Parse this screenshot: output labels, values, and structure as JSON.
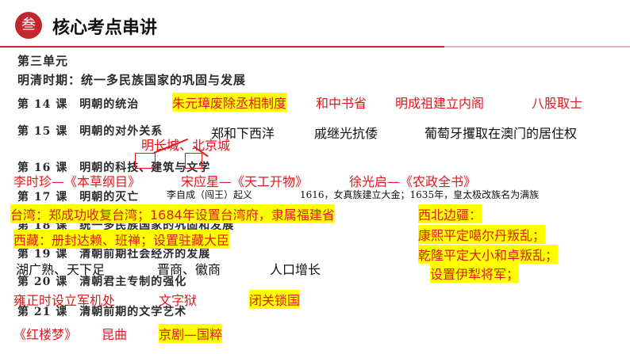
{
  "header": {
    "badge": "叁",
    "title": "核心考点串讲"
  },
  "textbook": {
    "unit": "第三单元",
    "period_title": "明清时期：统一多民族国家的巩固与发展",
    "lessons": [
      "第 14 课　明朝的统治",
      "第 15 课　明朝的对外关系",
      "第 16 课　明朝的科技、建筑与文学",
      "第 17 课　明朝的灭亡",
      "第 18 课　统一多民族国家的巩固和发展",
      "第 19 课　清朝前期社会经济的发展",
      "第 20 课　清朝君主专制的强化",
      "第 21 课　清朝前期的文学艺术"
    ]
  },
  "notes": {
    "l14_a": "朱元璋废除丞相制度",
    "l14_b": "和中书省",
    "l14_c": "明成祖建立内阁",
    "l14_d": "八股取士",
    "l15_a": "郑和下西洋",
    "l15_b": "戚继光抗倭",
    "l15_c": "葡萄牙攫取在澳门的居住权",
    "l16_a": "明长城、北京城",
    "l16_b": "李时珍—《本草纲目》",
    "l16_c": "宋应星—《天工开物》",
    "l16_d": "徐光启—《农政全书》",
    "l17_a": "李自成（闯王）起义",
    "l17_b": "1616，女真族建立大金；1635年，皇太极改族名为满族",
    "l18_a": "台湾：郑成功收复台湾；1684年设置台湾府，隶属福建省",
    "l18_b": "西藏：册封达赖、班禅；设置驻藏大臣",
    "l18_c": "西北边疆：",
    "l18_d": "康熙平定噶尔丹叛乱；",
    "l18_e": "乾隆平定大小和卓叛乱；",
    "l18_f": "设置伊犁将军；",
    "l19_a": "湖广熟、天下足",
    "l19_b": "晋商、徽商",
    "l19_c": "人口增长",
    "l20_a": "雍正时设立军机处",
    "l20_b": "文字狱",
    "l20_c": "闭关锁国",
    "l21_a": "《红楼梦》",
    "l21_b": "昆曲",
    "l21_c": "京剧—国粹"
  }
}
